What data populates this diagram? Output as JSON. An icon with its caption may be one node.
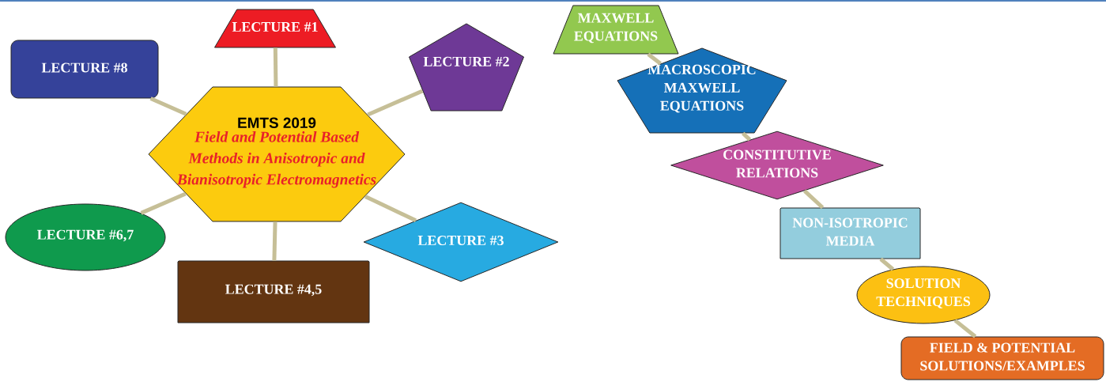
{
  "diagram": {
    "nodes": [
      {
        "text": [
          "EMTS 2019",
          "Field and Potential Based Methods in Anisotropic and Bianisotropic Electromagnetics"
        ]
      },
      {
        "text": [
          "LECTURE #1"
        ]
      },
      {
        "text": [
          "LECTURE #8"
        ]
      },
      {
        "text": [
          "LECTURE #2"
        ]
      },
      {
        "text": [
          "LECTURE #6,7"
        ]
      },
      {
        "text": [
          "LECTURE #3"
        ]
      },
      {
        "text": [
          "LECTURE #4,5"
        ]
      },
      {
        "text": [
          "MAXWELL EQUATIONS"
        ]
      },
      {
        "text": [
          "MACROSCOPIC MAXWELL EQUATIONS"
        ]
      },
      {
        "text": [
          "CONSTITUTIVE RELATIONS"
        ]
      },
      {
        "text": [
          "NON-ISOTROPIC MEDIA"
        ]
      },
      {
        "text": [
          "SOLUTION TECHNIQUES"
        ]
      },
      {
        "text": [
          "FIELD & POTENTIAL SOLUTIONS/EXAMPLES"
        ]
      }
    ],
    "edges": [
      {
        "from": 0,
        "to": 1,
        "arrow": "none"
      },
      {
        "from": 0,
        "to": 2,
        "arrow": "none"
      },
      {
        "from": 0,
        "to": 3,
        "arrow": "none"
      },
      {
        "from": 0,
        "to": 4,
        "arrow": "none"
      },
      {
        "from": 0,
        "to": 5,
        "arrow": "none"
      },
      {
        "from": 0,
        "to": 6,
        "arrow": "none"
      },
      {
        "from": 7,
        "to": 8,
        "arrow": "none"
      },
      {
        "from": 8,
        "to": 9,
        "arrow": "none"
      },
      {
        "from": 9,
        "to": 10,
        "arrow": "none"
      },
      {
        "from": 10,
        "to": 11,
        "arrow": "none"
      },
      {
        "from": 11,
        "to": 12,
        "arrow": "none"
      }
    ]
  }
}
